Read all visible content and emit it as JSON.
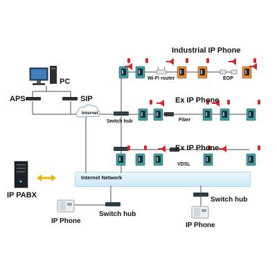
{
  "labels": {
    "industrial_ip_phone": "Industrial IP Phone",
    "ex_ip_phone_1": "Ex IP Phone",
    "ex_ip_phone_2": "Ex IP Phone",
    "pc": "PC",
    "aps": "APS",
    "sip": "SIP",
    "internet_cloud": "Internet",
    "switch_hub_top": "Switch hub",
    "wifi_router": "Wi-Fi router",
    "eop": "EOP",
    "fiber": "Fiber",
    "vdsl": "VDSL",
    "internet_network": "Internet Network",
    "ip_pabx": "IP PABX",
    "ip_phone_left": "IP Phone",
    "switch_hub_bottom_left": "Switch hub",
    "switch_hub_bottom_right": "Switch hub",
    "ip_phone_right": "IP Phone"
  },
  "colors": {
    "phone_teal": "#3a9fa0",
    "phone_orange": "#ee8a2a",
    "horn_red": "#d9262b",
    "network_band": "#cde9f8",
    "arrow_yellow": "#f0b400",
    "line": "#4d4d4d",
    "device_dark": "#2b2f33"
  },
  "icons": {
    "phone": "ip-phone-icon",
    "horn": "horn-speaker-icon",
    "beacon": "signal-lamp-icon",
    "switch": "network-switch-icon",
    "server": "server-tower-icon",
    "pc": "desktop-pc-icon",
    "cloud": "internet-cloud-icon",
    "desk_phone": "desk-phone-icon"
  }
}
